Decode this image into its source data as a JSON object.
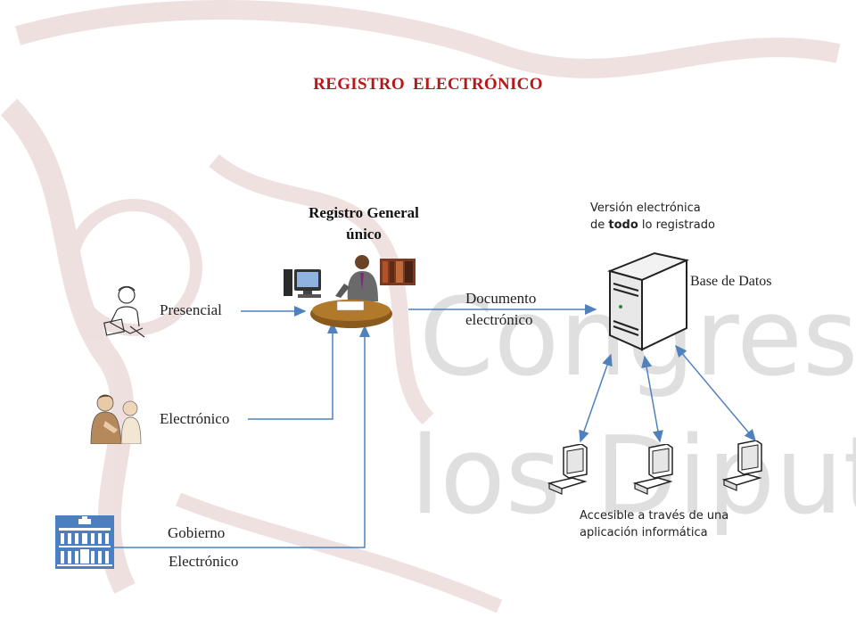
{
  "title": "REGISTRO ELECTRÓNICO",
  "registro": {
    "line1": "Registro General",
    "line2": "único"
  },
  "inputs": {
    "presencial": "Presencial",
    "electronico": "Electrónico",
    "gobierno_line1": "Gobierno",
    "gobierno_line2": "Electrónico"
  },
  "documento": {
    "line1": "Documento",
    "line2": "electrónico"
  },
  "version": {
    "line1": "Versión electrónica",
    "line2_pre": "de ",
    "line2_bold": "todo",
    "line2_post": " lo registrado"
  },
  "base_datos": "Base de Datos",
  "accesible": {
    "line1": "Accesible a través de una",
    "line2": "aplicación informática"
  },
  "watermark": {
    "line1": "Congreso",
    "line2": "los Diputa"
  },
  "colors": {
    "title": "#b8161b",
    "arrow": "#4f81bd",
    "building": "#4a7fc1"
  }
}
